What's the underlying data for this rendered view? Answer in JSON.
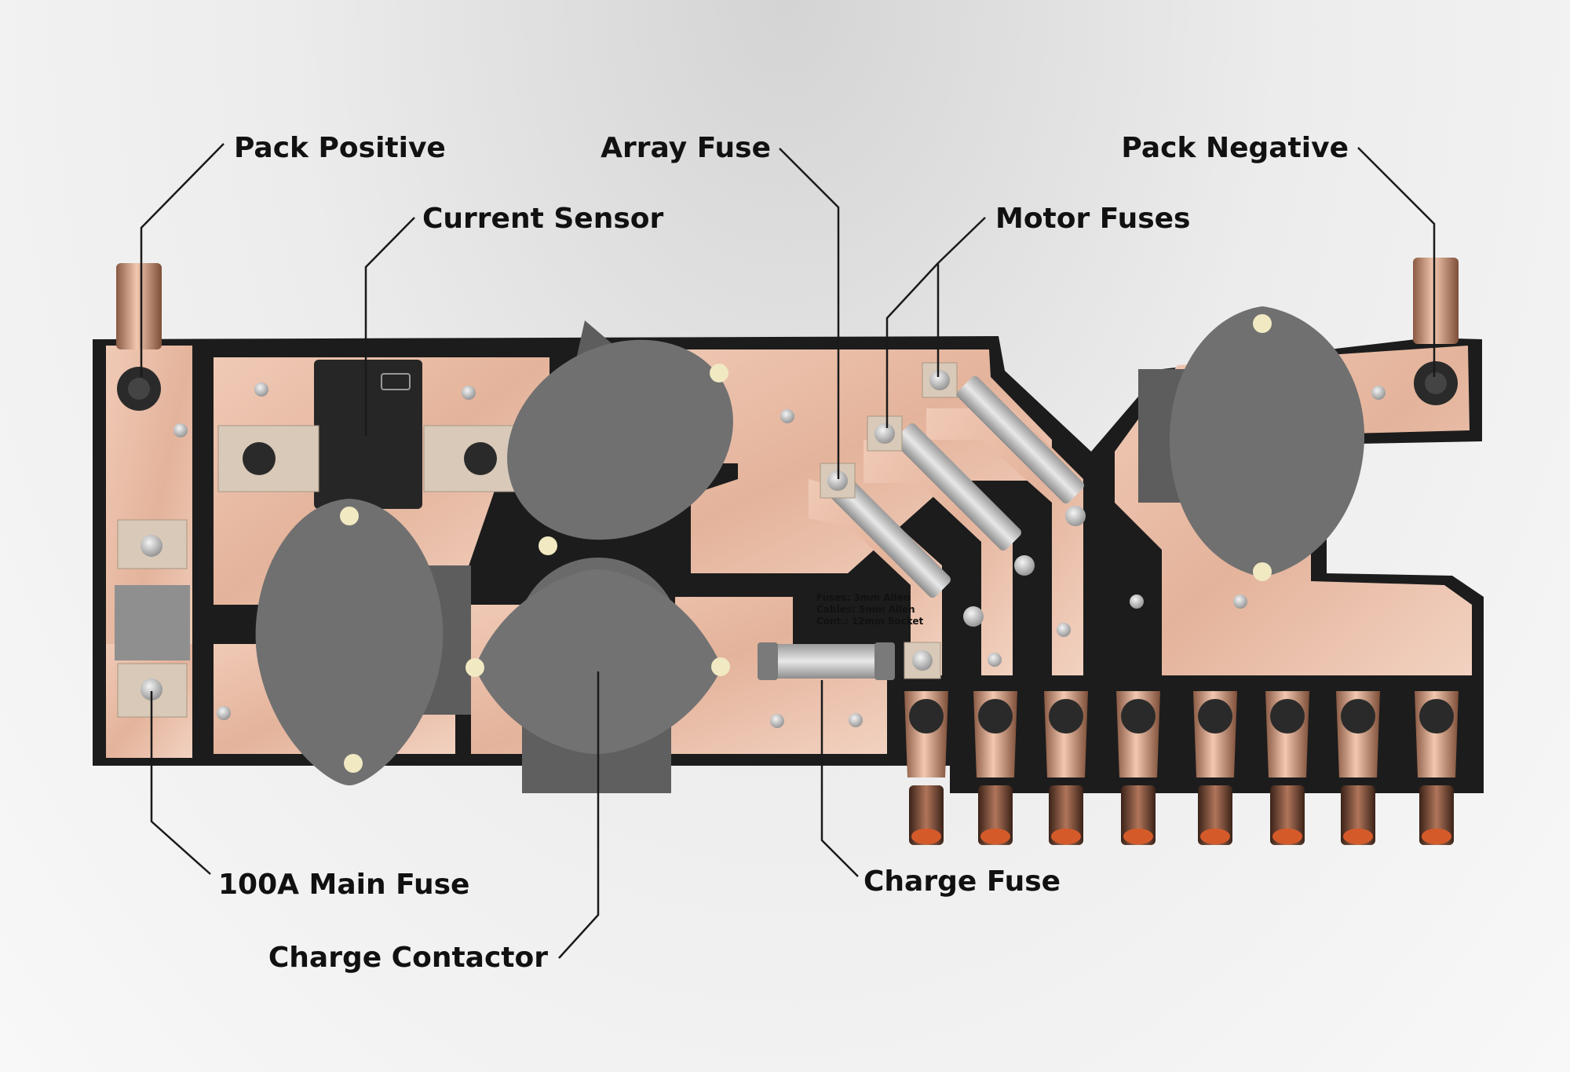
{
  "labels": {
    "pack_positive": "Pack Positive",
    "current_sensor": "Current Sensor",
    "array_fuse": "Array Fuse",
    "motor_fuses": "Motor Fuses",
    "pack_negative": "Pack Negative",
    "main_fuse": "100A Main Fuse",
    "charge_contactor": "Charge Contactor",
    "charge_fuse": "Charge Fuse"
  },
  "tool_note": {
    "line1": "Fuses: 3mm Allen",
    "line2": "Cables: 5mm Allen",
    "line3": "Cont.: 12mm Socket"
  },
  "colors": {
    "copper": "#e6b9a3",
    "frame": "#1c1c1c",
    "contactor": "#6f6f6f",
    "lug": "#c98a6a"
  }
}
